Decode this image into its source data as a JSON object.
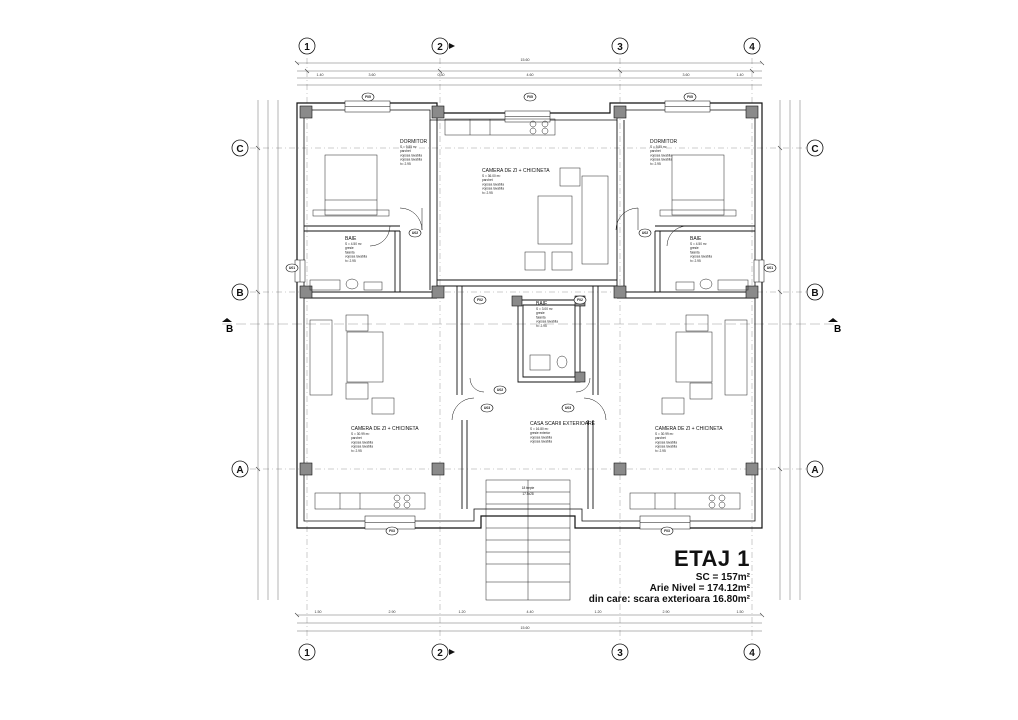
{
  "axes": {
    "columns": [
      "1",
      "2",
      "3",
      "4"
    ],
    "rows": [
      "C",
      "B",
      "A"
    ],
    "section": "B"
  },
  "dimensions": {
    "overall": "15.60",
    "top_sub": [
      "1.40",
      "3.60",
      "0.30",
      "4.60",
      "3.60",
      "1.40"
    ],
    "bottom_sub": [
      "1.50",
      "2.90",
      "1.20",
      "4.40",
      "1.20",
      "2.90",
      "1.50"
    ]
  },
  "rooms": [
    {
      "key": "dormitor_l",
      "name": "DORMITOR",
      "lines": [
        "S = 9.85 m²",
        "parchet",
        "vopsea lavabila",
        "vopsea lavabila",
        "h= 2.95"
      ]
    },
    {
      "key": "camera_top",
      "name": "CAMERA DE ZI + CHICINETA",
      "lines": [
        "S = 36.00 m²",
        "parchet",
        "vopsea lavabila",
        "vopsea lavabila",
        "h= 2.95"
      ]
    },
    {
      "key": "dormitor_r",
      "name": "DORMITOR",
      "lines": [
        "S = 9.85 m²",
        "parchet",
        "vopsea lavabila",
        "vopsea lavabila",
        "h= 2.95"
      ]
    },
    {
      "key": "baie_l",
      "name": "BAIE",
      "lines": [
        "S = 4.50 m²",
        "gresie",
        "faianta",
        "vopsea lavabila",
        "h= 2.95"
      ]
    },
    {
      "key": "baie_r",
      "name": "BAIE",
      "lines": [
        "S = 4.50 m²",
        "gresie",
        "faianta",
        "vopsea lavabila",
        "h= 2.95"
      ]
    },
    {
      "key": "baie_c",
      "name": "BAIE",
      "lines": [
        "S = 3.00 m²",
        "gresie",
        "faianta",
        "vopsea lavabila",
        "h= 2.95"
      ]
    },
    {
      "key": "camera_l",
      "name": "CAMERA DE ZI + CHICINETA",
      "lines": [
        "S = 30.99 m²",
        "parchet",
        "vopsea lavabila",
        "vopsea lavabila",
        "h= 2.95"
      ]
    },
    {
      "key": "camera_r",
      "name": "CAMERA DE ZI + CHICINETA",
      "lines": [
        "S = 30.99 m²",
        "parchet",
        "vopsea lavabila",
        "vopsea lavabila",
        "h= 2.95"
      ]
    },
    {
      "key": "scara",
      "name": "CASA SCARII EXTERIOARE",
      "lines": [
        "S = 16.80 m²",
        "gresie exterior",
        "vopsea lavabila",
        "vopsea lavabila"
      ]
    }
  ],
  "stair_label": [
    "18 trepte",
    "17.5x28"
  ],
  "tags": [
    "F05",
    "F05",
    "F05",
    "F03",
    "F03",
    "U02",
    "U02",
    "U03",
    "U03",
    "U02",
    "U01",
    "U01",
    "F02",
    "F02"
  ],
  "summary": {
    "title": "ETAJ 1",
    "sc": "SC = 157m²",
    "arie": "Arie Nivel = 174.12m²",
    "din_care": "din care: scara exterioara 16.80m²"
  },
  "colors": {
    "wall": "#111111",
    "line": "#444444",
    "column": "#8a8a8a",
    "grid": "#9a9a9a"
  }
}
